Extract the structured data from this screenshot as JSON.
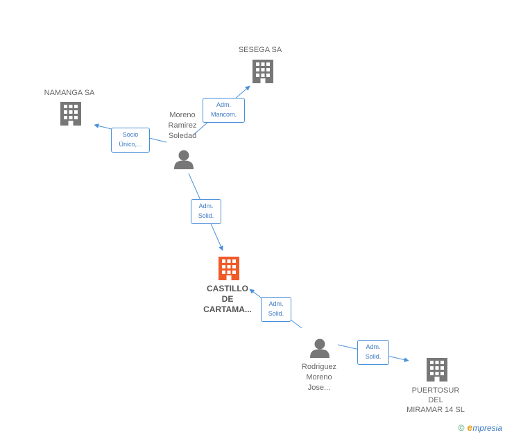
{
  "colors": {
    "building": "#777777",
    "focus_building": "#f05a28",
    "person": "#777777",
    "edge": "#4a90d9"
  },
  "nodes": {
    "sesega": {
      "label": "SESEGA SA",
      "icon": "building-icon"
    },
    "namanga": {
      "label": "NAMANGA SA",
      "icon": "building-icon"
    },
    "moreno": {
      "label_lines": [
        "Moreno",
        "Ramirez",
        "Soledad"
      ],
      "icon": "person-icon"
    },
    "castillo": {
      "label_lines": [
        "CASTILLO",
        "DE",
        "CARTAMA..."
      ],
      "icon": "building-icon"
    },
    "rodriguez": {
      "label_lines": [
        "Rodriguez",
        "Moreno",
        "Jose..."
      ],
      "icon": "person-icon"
    },
    "puertosur": {
      "label_lines": [
        "PUERTOSUR",
        "DEL",
        "MIRAMAR 14 SL"
      ],
      "icon": "building-icon"
    }
  },
  "edges": {
    "moreno_sesega": [
      "Adm.",
      "Mancom."
    ],
    "moreno_namanga": [
      "Socio",
      "Único,..."
    ],
    "moreno_castillo": [
      "Adm.",
      "Solid."
    ],
    "rodriguez_castillo": [
      "Adm.",
      "Solid."
    ],
    "rodriguez_puertosur": [
      "Adm.",
      "Solid."
    ]
  },
  "brand": {
    "copyright": "©",
    "first": "e",
    "rest": "mpresia"
  }
}
